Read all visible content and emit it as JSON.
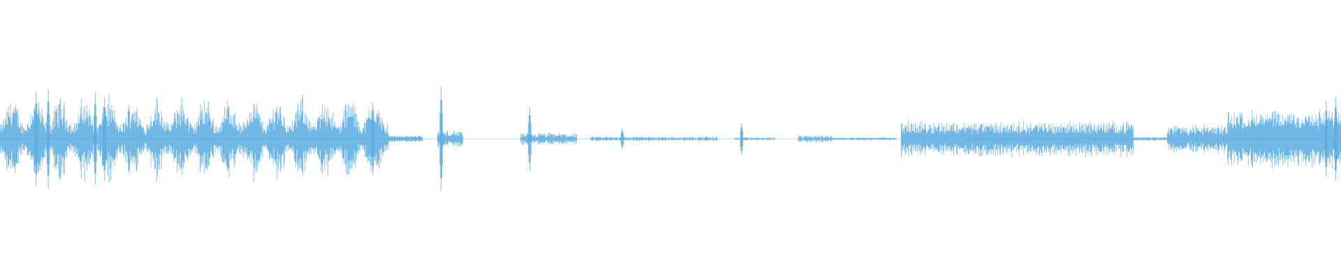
{
  "waveform": {
    "color": "#5DADE2",
    "background": "#ffffff",
    "segments": [
      {
        "start": 0.0,
        "end": 0.29,
        "level": 0.62,
        "jitter": 0.55,
        "pulse": 0.018
      },
      {
        "start": 0.29,
        "end": 0.315,
        "level": 0.05,
        "jitter": 0.4,
        "pulse": 0.0
      },
      {
        "start": 0.326,
        "end": 0.345,
        "level": 0.12,
        "jitter": 0.6,
        "pulse": 0.0
      },
      {
        "start": 0.388,
        "end": 0.43,
        "level": 0.08,
        "jitter": 0.7,
        "pulse": 0.0
      },
      {
        "start": 0.44,
        "end": 0.535,
        "level": 0.03,
        "jitter": 0.9,
        "pulse": 0.0
      },
      {
        "start": 0.548,
        "end": 0.578,
        "level": 0.02,
        "jitter": 0.9,
        "pulse": 0.0
      },
      {
        "start": 0.595,
        "end": 0.62,
        "level": 0.05,
        "jitter": 0.8,
        "pulse": 0.0
      },
      {
        "start": 0.62,
        "end": 0.668,
        "level": 0.02,
        "jitter": 0.6,
        "pulse": 0.0
      },
      {
        "start": 0.672,
        "end": 0.845,
        "level": 0.25,
        "jitter": 0.55,
        "pulse": 0.0
      },
      {
        "start": 0.845,
        "end": 0.87,
        "level": 0.03,
        "jitter": 0.5,
        "pulse": 0.0
      },
      {
        "start": 0.87,
        "end": 0.915,
        "level": 0.2,
        "jitter": 0.6,
        "pulse": 0.0
      },
      {
        "start": 0.915,
        "end": 1.0,
        "level": 0.42,
        "jitter": 0.45,
        "pulse": 0.0
      }
    ],
    "spikes": [
      {
        "at": 0.027,
        "level": 0.9
      },
      {
        "at": 0.036,
        "level": 0.95
      },
      {
        "at": 0.071,
        "level": 0.88
      },
      {
        "at": 0.078,
        "level": 0.8
      },
      {
        "at": 0.278,
        "level": 0.7
      },
      {
        "at": 0.329,
        "level": 1.0
      },
      {
        "at": 0.395,
        "level": 0.6
      },
      {
        "at": 0.464,
        "level": 0.2
      },
      {
        "at": 0.553,
        "level": 0.3
      },
      {
        "at": 0.989,
        "level": 0.72
      },
      {
        "at": 0.996,
        "level": 0.8
      }
    ]
  }
}
